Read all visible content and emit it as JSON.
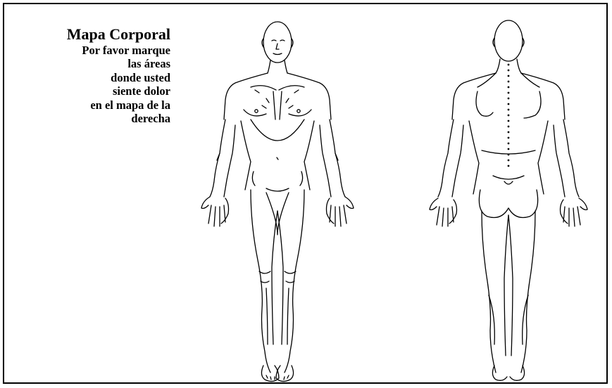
{
  "instructions": {
    "title": "Mapa Corporal",
    "lines": [
      "Por favor marque",
      "las áreas",
      "donde usted",
      "siente dolor",
      "en el mapa de la",
      "derecha"
    ]
  },
  "figures": {
    "front_icon": "human-body-front-view-icon",
    "back_icon": "human-body-back-view-icon"
  },
  "colors": {
    "ink": "#000000",
    "paper": "#ffffff"
  }
}
